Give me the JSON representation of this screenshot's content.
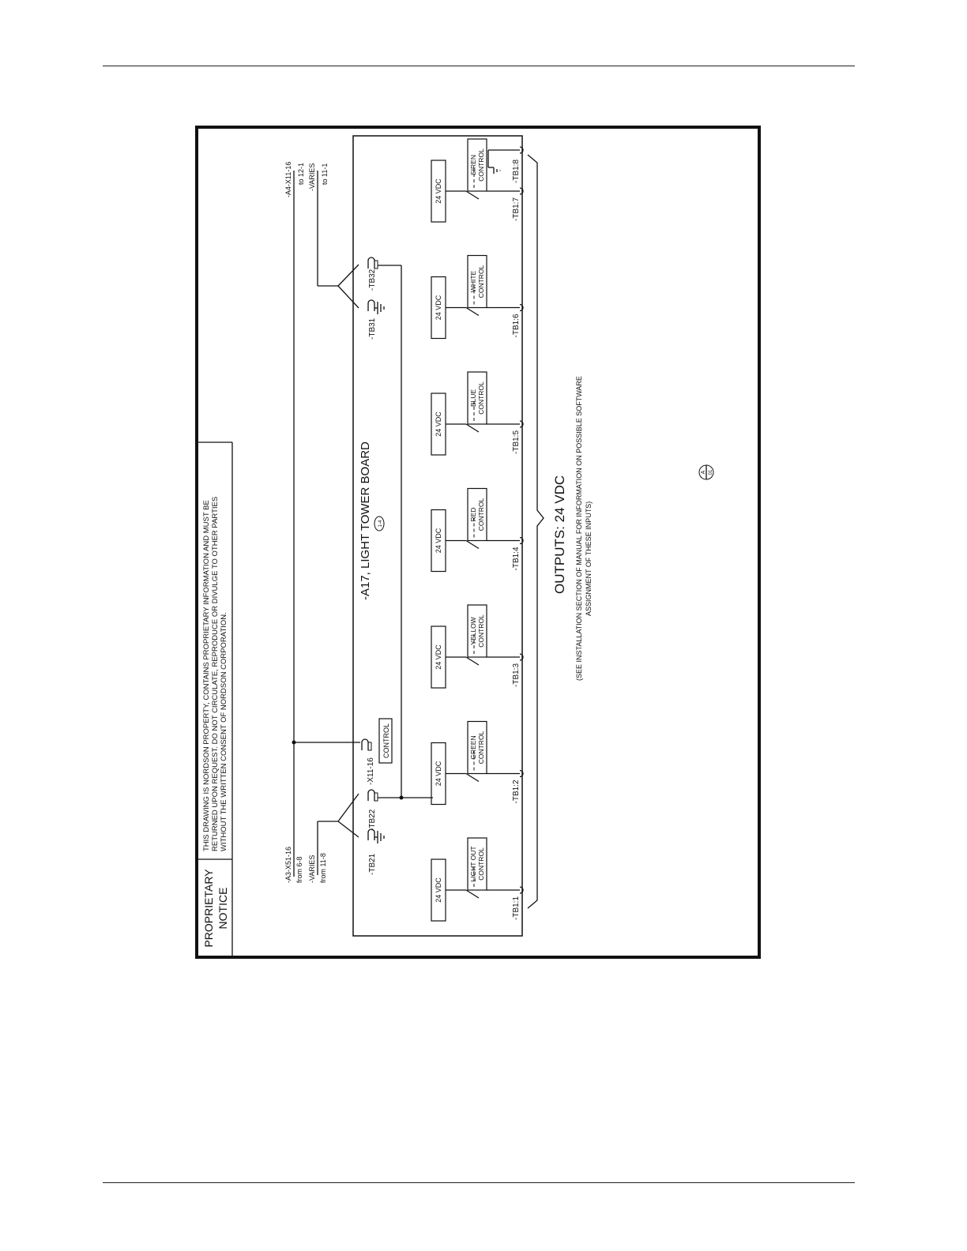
{
  "notice": {
    "title_line1": "PROPRIETARY",
    "title_line2": "NOTICE",
    "text_line1": "THIS DRAWING IS NORDSON PROPERTY, CONTAINS PROPRIETARY INFORMATION AND MUST BE",
    "text_line2": "RETURNED UPON REQUEST. DO NOT CIRCULATE, REPRODUCE OR DIVULGE TO OTHER PARTIES",
    "text_line3": "WITHOUT THE WRITTEN CONSENT OF NORDSON CORPORATION."
  },
  "board": {
    "title": "-A17, LIGHT TOWER BOARD",
    "ref": "1-4",
    "x11_label": "-X11-16",
    "control_label": "CONTROL",
    "tb21": "-TB21",
    "tb22": "-TB22",
    "tb31": "-TB31",
    "tb32": "-TB32"
  },
  "left_wires": {
    "line1": "-A3-X51-16",
    "line2": "from 6-8",
    "line3": "-VARIES",
    "line4": "from 11-8"
  },
  "right_wires": {
    "line1": "-A4-X11-16",
    "line2": "to 12-1",
    "line3": "-VARIES",
    "line4": "to 11-1"
  },
  "channels": [
    {
      "vdc": "24 VDC",
      "ctrl1": "LIGHT OUT",
      "ctrl2": "CONTROL",
      "tb": "-TB1:1"
    },
    {
      "vdc": "24 VDC",
      "ctrl1": "GREEN",
      "ctrl2": "CONTROL",
      "tb": "-TB1:2"
    },
    {
      "vdc": "24 VDC",
      "ctrl1": "YELLOW",
      "ctrl2": "CONTROL",
      "tb": "-TB1:3"
    },
    {
      "vdc": "24 VDC",
      "ctrl1": "RED",
      "ctrl2": "CONTROL",
      "tb": "-TB1:4"
    },
    {
      "vdc": "24 VDC",
      "ctrl1": "BLUE",
      "ctrl2": "CONTROL",
      "tb": "-TB1:5"
    },
    {
      "vdc": "24 VDC",
      "ctrl1": "WHITE",
      "ctrl2": "CONTROL",
      "tb": "-TB1:6"
    },
    {
      "vdc": "24 VDC",
      "ctrl1": "SIREN",
      "ctrl2": "CONTROL",
      "tb": "-TB1:7"
    }
  ],
  "tb18": "-TB1:8",
  "outputs": {
    "title": "OUTPUTS:   24 VDC",
    "note1": "(SEE INSTALLATION SECTION OF MANUAL FOR INFORMATION ON POSSIBLE SOFTWARE",
    "note2": "ASSIGNMENT OF THESE INPUTS)"
  },
  "sheet_ref": {
    "top": "A",
    "bottom": "01"
  }
}
